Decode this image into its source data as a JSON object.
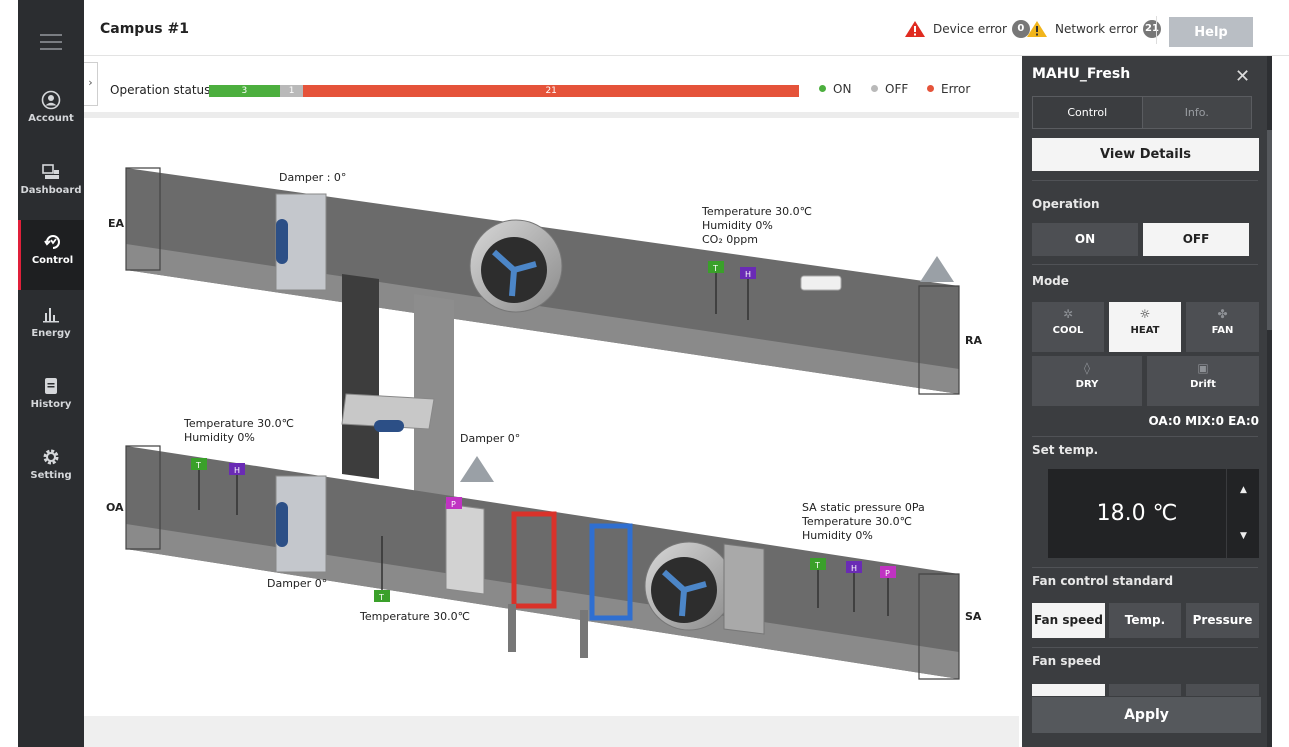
{
  "nav": {
    "items": [
      {
        "label": "Account"
      },
      {
        "label": "Dashboard"
      },
      {
        "label": "Control"
      },
      {
        "label": "Energy"
      },
      {
        "label": "History"
      },
      {
        "label": "Setting"
      }
    ],
    "active": "Control"
  },
  "header": {
    "title": "Campus #1",
    "device_error_label": "Device error",
    "device_error_count": "0",
    "network_error_label": "Network error",
    "network_error_count": "21",
    "help_label": "Help"
  },
  "status": {
    "label": "Operation status",
    "on_count": 3,
    "off_count": 1,
    "error_count": 21,
    "on_count_text": "3",
    "off_count_text": "1",
    "error_count_text": "21",
    "legend_on": "ON",
    "legend_off": "OFF",
    "legend_error": "Error",
    "colors": {
      "on": "#4caf3e",
      "off": "#b9b9b9",
      "error": "#e5533a"
    }
  },
  "diagram": {
    "ea_label": "EA",
    "ra_label": "RA",
    "oa_label": "OA",
    "sa_label": "SA",
    "damper_top": "Damper : 0°",
    "damper_mid": "Damper 0°",
    "damper_bottom": "Damper 0°",
    "ra_temperature": "Temperature 30.0℃",
    "ra_humidity": "Humidity 0%",
    "ra_co2": "CO₂ 0ppm",
    "oa_temperature": "Temperature 30.0℃",
    "oa_humidity": "Humidity 0%",
    "mix_temperature": "Temperature 30.0℃",
    "sa_pressure": "SA static pressure 0Pa",
    "sa_temperature": "Temperature 30.0℃",
    "sa_humidity": "Humidity 0%",
    "sensor_t": "T",
    "sensor_h": "H",
    "sensor_p": "P"
  },
  "panel": {
    "title": "MAHU_Fresh",
    "tab_control": "Control",
    "tab_info": "Info.",
    "view_details": "View Details",
    "operation_label": "Operation",
    "op_on": "ON",
    "op_off": "OFF",
    "mode_label": "Mode",
    "modes": [
      "COOL",
      "HEAT",
      "FAN",
      "DRY",
      "Drift"
    ],
    "selected_mode": "HEAT",
    "damper_summary": "OA:0 MIX:0 EA:0",
    "set_temp_label": "Set temp.",
    "set_temp_value": "18.0 ℃",
    "fan_control_label": "Fan control standard",
    "fan_control_options": [
      "Fan speed",
      "Temp.",
      "Pressure"
    ],
    "fan_control_selected": "Fan speed",
    "fan_speed_label": "Fan speed",
    "apply_label": "Apply"
  }
}
